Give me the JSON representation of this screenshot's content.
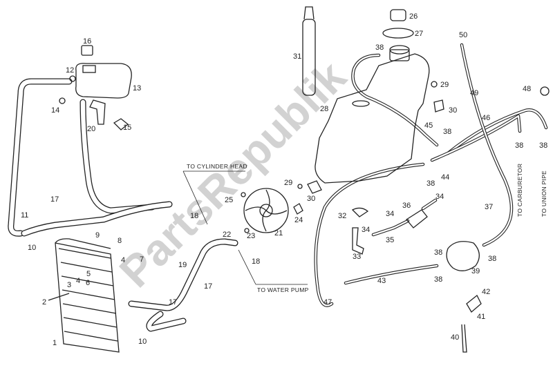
{
  "watermark": "PartsRepublik",
  "notes": {
    "to_cylinder_head": "TO CYLINDER HEAD",
    "to_water_pump": "TO WATER PUMP",
    "to_carburetor": "TO CARBURETOR",
    "to_union_pipe": "TO UNION PIPE"
  },
  "callouts": [
    {
      "id": "c1",
      "label": "1"
    },
    {
      "id": "c2",
      "label": "2"
    },
    {
      "id": "c3",
      "label": "3"
    },
    {
      "id": "c4a",
      "label": "4"
    },
    {
      "id": "c4b",
      "label": "4"
    },
    {
      "id": "c5",
      "label": "5"
    },
    {
      "id": "c6",
      "label": "6"
    },
    {
      "id": "c7",
      "label": "7"
    },
    {
      "id": "c8",
      "label": "8"
    },
    {
      "id": "c9",
      "label": "9"
    },
    {
      "id": "c10a",
      "label": "10"
    },
    {
      "id": "c10b",
      "label": "10"
    },
    {
      "id": "c11",
      "label": "11"
    },
    {
      "id": "c12",
      "label": "12"
    },
    {
      "id": "c13",
      "label": "13"
    },
    {
      "id": "c14",
      "label": "14"
    },
    {
      "id": "c15",
      "label": "15"
    },
    {
      "id": "c16",
      "label": "16"
    },
    {
      "id": "c17a",
      "label": "17"
    },
    {
      "id": "c17b",
      "label": "17"
    },
    {
      "id": "c17c",
      "label": "17"
    },
    {
      "id": "c18a",
      "label": "18"
    },
    {
      "id": "c18b",
      "label": "18"
    },
    {
      "id": "c19",
      "label": "19"
    },
    {
      "id": "c20",
      "label": "20"
    },
    {
      "id": "c21",
      "label": "21"
    },
    {
      "id": "c22",
      "label": "22"
    },
    {
      "id": "c23",
      "label": "23"
    },
    {
      "id": "c24",
      "label": "24"
    },
    {
      "id": "c25",
      "label": "25"
    },
    {
      "id": "c26",
      "label": "26"
    },
    {
      "id": "c27",
      "label": "27"
    },
    {
      "id": "c28",
      "label": "28"
    },
    {
      "id": "c29a",
      "label": "29"
    },
    {
      "id": "c29b",
      "label": "29"
    },
    {
      "id": "c30a",
      "label": "30"
    },
    {
      "id": "c30b",
      "label": "30"
    },
    {
      "id": "c31",
      "label": "31"
    },
    {
      "id": "c32",
      "label": "32"
    },
    {
      "id": "c33",
      "label": "33"
    },
    {
      "id": "c34a",
      "label": "34"
    },
    {
      "id": "c34b",
      "label": "34"
    },
    {
      "id": "c34c",
      "label": "34"
    },
    {
      "id": "c35",
      "label": "35"
    },
    {
      "id": "c36",
      "label": "36"
    },
    {
      "id": "c37",
      "label": "37"
    },
    {
      "id": "c38a",
      "label": "38"
    },
    {
      "id": "c38b",
      "label": "38"
    },
    {
      "id": "c38c",
      "label": "38"
    },
    {
      "id": "c38d",
      "label": "38"
    },
    {
      "id": "c38e",
      "label": "38"
    },
    {
      "id": "c38f",
      "label": "38"
    },
    {
      "id": "c38g",
      "label": "38"
    },
    {
      "id": "c38h",
      "label": "38"
    },
    {
      "id": "c39",
      "label": "39"
    },
    {
      "id": "c40",
      "label": "40"
    },
    {
      "id": "c41",
      "label": "41"
    },
    {
      "id": "c42",
      "label": "42"
    },
    {
      "id": "c43",
      "label": "43"
    },
    {
      "id": "c44",
      "label": "44"
    },
    {
      "id": "c45",
      "label": "45"
    },
    {
      "id": "c46",
      "label": "46"
    },
    {
      "id": "c47",
      "label": "47"
    },
    {
      "id": "c48",
      "label": "48"
    },
    {
      "id": "c49",
      "label": "49"
    },
    {
      "id": "c50",
      "label": "50"
    }
  ]
}
